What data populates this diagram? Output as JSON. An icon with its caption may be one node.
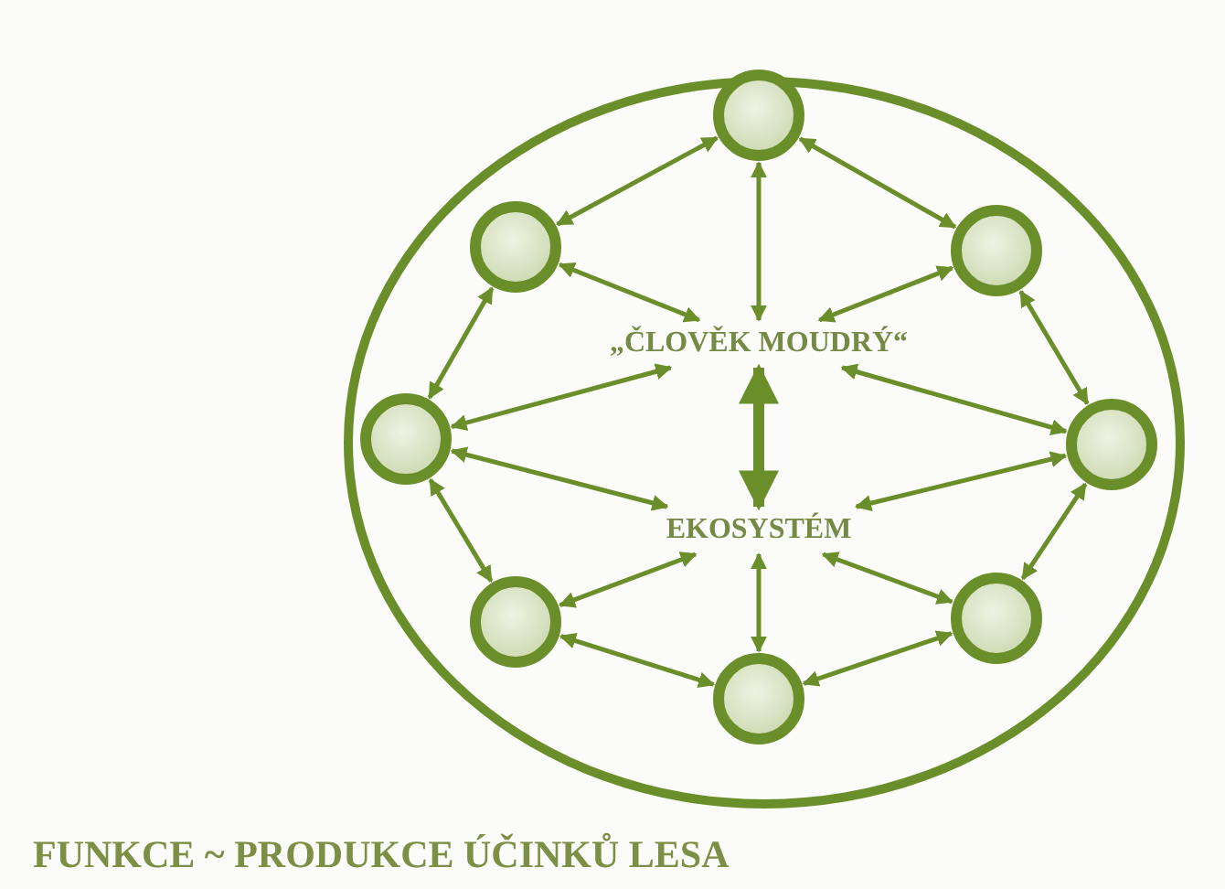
{
  "diagram": {
    "title": "FUNKCE ~ PRODUKCE ÚČINKŮ LESA",
    "nodes": [
      {
        "text": [],
        "shape": "ellipse"
      },
      {
        "text": [],
        "shape": "circle",
        "in": 0
      },
      {
        "text": [],
        "shape": "circle",
        "in": 0
      },
      {
        "text": [],
        "shape": "circle",
        "in": 0
      },
      {
        "text": [],
        "shape": "circle",
        "in": 0
      },
      {
        "text": [],
        "shape": "circle",
        "in": 0
      },
      {
        "text": [],
        "shape": "circle",
        "in": 0
      },
      {
        "text": [],
        "shape": "circle",
        "in": 0
      },
      {
        "text": [],
        "shape": "circle",
        "in": 0
      },
      {
        "text": [
          "„ČLOVĚK MOUDRÝ“"
        ],
        "in": 0
      },
      {
        "text": [
          "EKOSYSTÉM"
        ],
        "in": 0
      }
    ],
    "edges": [
      {
        "from": 1,
        "to": 2,
        "arrow": "both"
      },
      {
        "from": 1,
        "to": 3,
        "arrow": "both"
      },
      {
        "from": 2,
        "to": 4,
        "arrow": "both"
      },
      {
        "from": 3,
        "to": 5,
        "arrow": "both"
      },
      {
        "from": 4,
        "to": 6,
        "arrow": "both"
      },
      {
        "from": 5,
        "to": 7,
        "arrow": "both"
      },
      {
        "from": 6,
        "to": 8,
        "arrow": "both"
      },
      {
        "from": 7,
        "to": 8,
        "arrow": "both"
      },
      {
        "from": 1,
        "to": 9,
        "arrow": "both"
      },
      {
        "from": 2,
        "to": 9,
        "arrow": "both"
      },
      {
        "from": 3,
        "to": 9,
        "arrow": "both"
      },
      {
        "from": 4,
        "to": 9,
        "arrow": "both"
      },
      {
        "from": 5,
        "to": 9,
        "arrow": "both"
      },
      {
        "from": 4,
        "to": 10,
        "arrow": "both"
      },
      {
        "from": 5,
        "to": 10,
        "arrow": "both"
      },
      {
        "from": 6,
        "to": 10,
        "arrow": "both"
      },
      {
        "from": 7,
        "to": 10,
        "arrow": "both"
      },
      {
        "from": 8,
        "to": 10,
        "arrow": "both"
      },
      {
        "from": 9,
        "to": 10,
        "arrow": "both",
        "style": "thick"
      }
    ]
  }
}
